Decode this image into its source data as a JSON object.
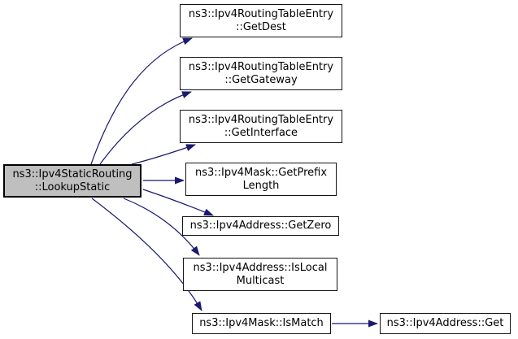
{
  "diagram": {
    "type": "call-graph",
    "nodes": [
      {
        "id": "lookup-static",
        "role": "focus",
        "lines": [
          "ns3::Ipv4StaticRouting",
          "::LookupStatic"
        ]
      },
      {
        "id": "get-dest",
        "role": "callee",
        "lines": [
          "ns3::Ipv4RoutingTableEntry",
          "::GetDest"
        ]
      },
      {
        "id": "get-gateway",
        "role": "callee",
        "lines": [
          "ns3::Ipv4RoutingTableEntry",
          "::GetGateway"
        ]
      },
      {
        "id": "get-interface",
        "role": "callee",
        "lines": [
          "ns3::Ipv4RoutingTableEntry",
          "::GetInterface"
        ]
      },
      {
        "id": "get-prefix-length",
        "role": "callee",
        "lines": [
          "ns3::Ipv4Mask::GetPrefix",
          "Length"
        ]
      },
      {
        "id": "get-zero",
        "role": "callee",
        "lines": [
          "ns3::Ipv4Address::GetZero"
        ]
      },
      {
        "id": "is-local-multicast",
        "role": "callee",
        "lines": [
          "ns3::Ipv4Address::IsLocal",
          "Multicast"
        ]
      },
      {
        "id": "is-match",
        "role": "callee",
        "lines": [
          "ns3::Ipv4Mask::IsMatch"
        ]
      },
      {
        "id": "get",
        "role": "callee",
        "lines": [
          "ns3::Ipv4Address::Get"
        ]
      }
    ],
    "edges": [
      {
        "from": "lookup-static",
        "to": "get-dest"
      },
      {
        "from": "lookup-static",
        "to": "get-gateway"
      },
      {
        "from": "lookup-static",
        "to": "get-interface"
      },
      {
        "from": "lookup-static",
        "to": "get-prefix-length"
      },
      {
        "from": "lookup-static",
        "to": "get-zero"
      },
      {
        "from": "lookup-static",
        "to": "is-local-multicast"
      },
      {
        "from": "lookup-static",
        "to": "is-match"
      },
      {
        "from": "is-match",
        "to": "get"
      }
    ],
    "colors": {
      "edge": "#191970",
      "focus_fill": "#bfbfbf",
      "node_fill": "#ffffff",
      "node_border": "#000000",
      "background": "#ffffff"
    }
  }
}
